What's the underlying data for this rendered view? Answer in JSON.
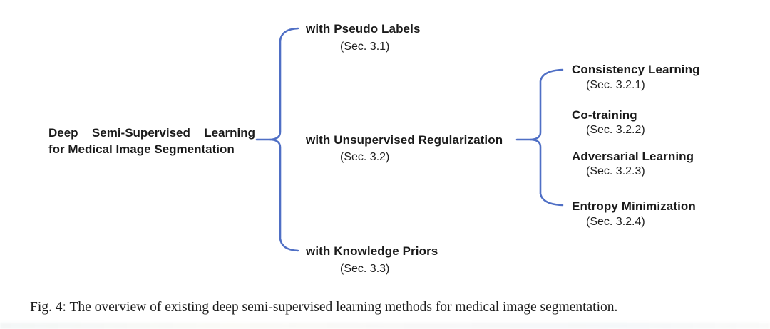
{
  "diagram": {
    "root": {
      "line1": "Deep Semi-Supervised Learning",
      "line2": "for Medical Image Segmentation"
    },
    "branches": [
      {
        "label": "with Pseudo Labels",
        "section": "(Sec. 3.1)"
      },
      {
        "label": "with Unsupervised Regularization",
        "section": "(Sec. 3.2)",
        "children": [
          {
            "label": "Consistency Learning",
            "section": "(Sec. 3.2.1)"
          },
          {
            "label": "Co-training",
            "section": "(Sec. 3.2.2)"
          },
          {
            "label": "Adversarial Learning",
            "section": "(Sec. 3.2.3)"
          },
          {
            "label": "Entropy Minimization",
            "section": "(Sec. 3.2.4)"
          }
        ]
      },
      {
        "label": "with Knowledge Priors",
        "section": "(Sec. 3.3)"
      }
    ],
    "colors": {
      "connector": "#4f6fc5",
      "text": "#1a1a1a",
      "background": "#ffffff"
    }
  },
  "caption": "Fig. 4: The overview of existing deep semi-supervised learning methods for medical image segmentation."
}
